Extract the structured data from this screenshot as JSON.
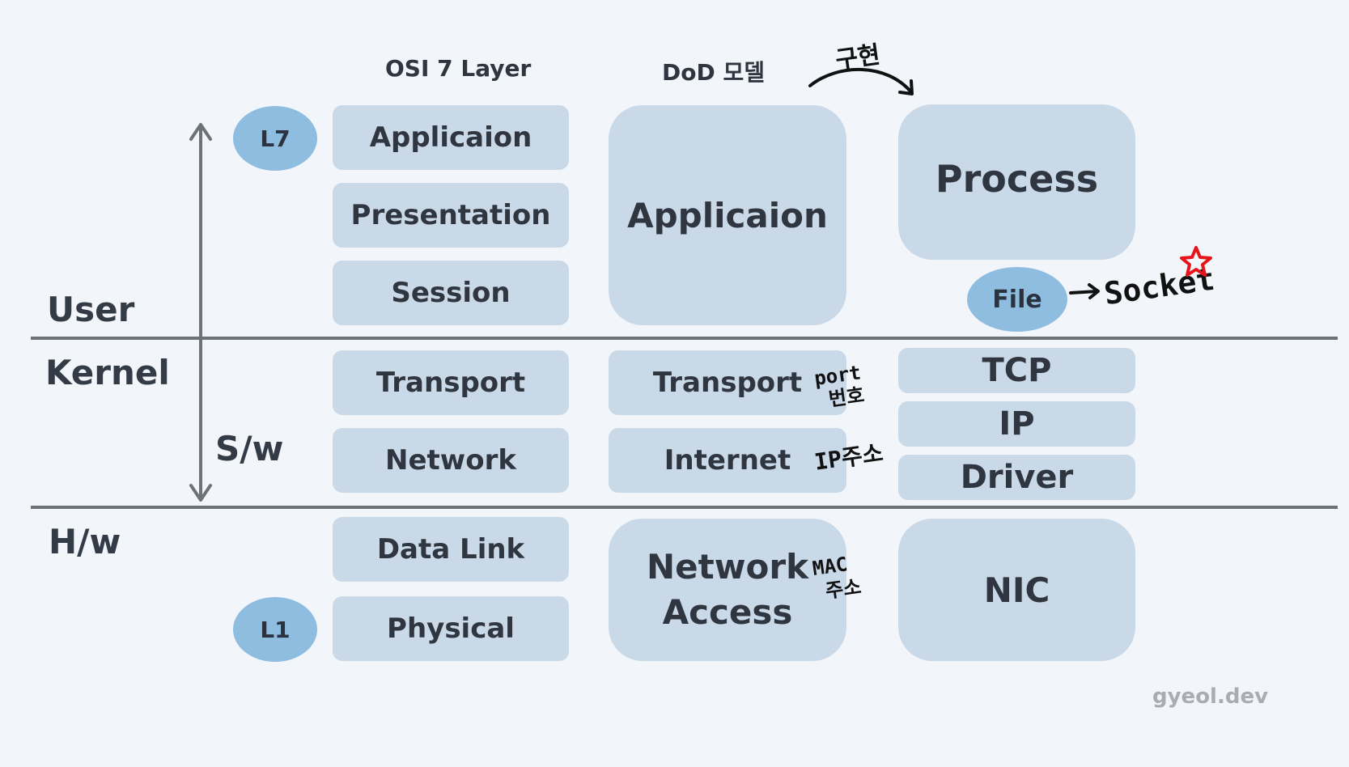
{
  "headers": {
    "osi": "OSI 7 Layer",
    "dod": "DoD 모델"
  },
  "zones": {
    "user": "User",
    "kernel": "Kernel",
    "software": "S/w",
    "hardware": "H/w"
  },
  "layer_badges": {
    "top": "L7",
    "bottom": "L1"
  },
  "osi_layers": [
    "Applicaion",
    "Presentation",
    "Session",
    "Transport",
    "Network",
    "Data Link",
    "Physical"
  ],
  "dod_layers": {
    "application": "Applicaion",
    "transport": "Transport",
    "internet": "Internet",
    "network_access_line1": "Network",
    "network_access_line2": "Access"
  },
  "impl_layers": {
    "process": "Process",
    "file": "File",
    "tcp": "TCP",
    "ip": "IP",
    "driver": "Driver",
    "nic": "NIC"
  },
  "annotations": {
    "implementation": "구현",
    "socket": "Socket",
    "port_line1": "port",
    "port_line2": "번호",
    "ip_addr": "IP주소",
    "mac_line1": "MAC",
    "mac_line2": "주소"
  },
  "watermark": "gyeol.dev",
  "colors": {
    "box": "#cad9e8",
    "badge": "#8fbde0",
    "divider": "#6d7278",
    "star": "#e8141b"
  },
  "icons": {
    "star": "star-icon"
  }
}
